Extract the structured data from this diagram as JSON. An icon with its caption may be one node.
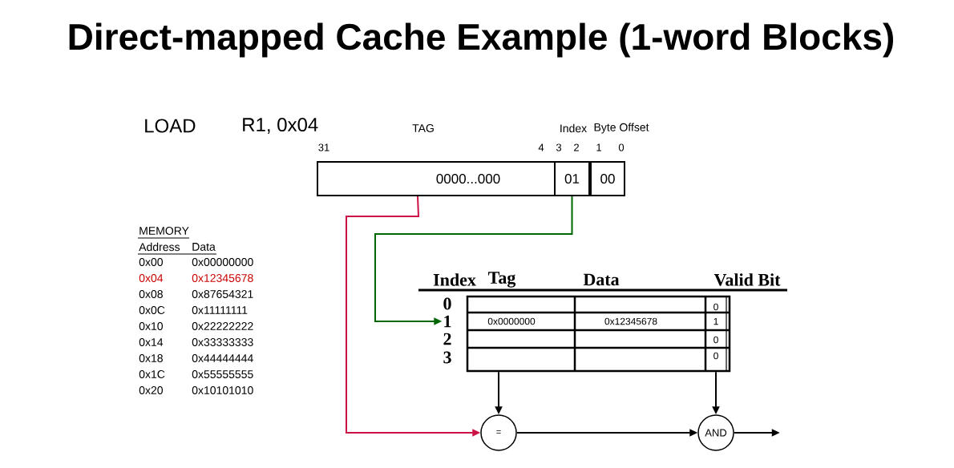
{
  "diagram": {
    "title": "Direct-mapped Cache Example (1-word Blocks)",
    "nodes": [
      {
        "text": [
          "0000...000"
        ]
      },
      {
        "text": [
          "01"
        ]
      },
      {
        "text": [
          "00"
        ]
      },
      {
        "text": [
          "1"
        ]
      },
      {
        "text": [],
        "shape": "box"
      },
      {
        "text": [
          "="
        ]
      },
      {
        "text": [
          "AND"
        ]
      }
    ],
    "edges": [
      {
        "from": 0,
        "to": 5,
        "arrow": "to",
        "color": "#cc1144"
      },
      {
        "from": 1,
        "to": 3,
        "arrow": "to",
        "color": "#006600"
      },
      {
        "from": 4,
        "to": 5,
        "arrow": "to"
      },
      {
        "from": 4,
        "to": 6,
        "arrow": "to"
      },
      {
        "from": 5,
        "to": 6,
        "arrow": "to"
      },
      {
        "from": 6,
        "to": null,
        "arrow": "to"
      }
    ],
    "labels": [
      "LOAD",
      "R1, 0x04",
      "TAG",
      "Index",
      "Byte Offset",
      "31",
      "4",
      "3",
      "2",
      "1",
      "0",
      "MEMORY",
      "Address",
      "Data",
      "0x00",
      "0x00000000",
      "0x04",
      "0x12345678",
      "0x08",
      "0x87654321",
      "0x0C",
      "0x11111111",
      "0x10",
      "0x22222222",
      "0x14",
      "0x33333333",
      "0x18",
      "0x44444444",
      "0x1C",
      "0x55555555",
      "0x20",
      "0x10101010",
      "Index",
      "Tag",
      "Data",
      "Valid Bit",
      "0",
      "2",
      "3",
      "0x0000000",
      "0x12345678",
      "0",
      "1",
      "0",
      "0"
    ]
  }
}
